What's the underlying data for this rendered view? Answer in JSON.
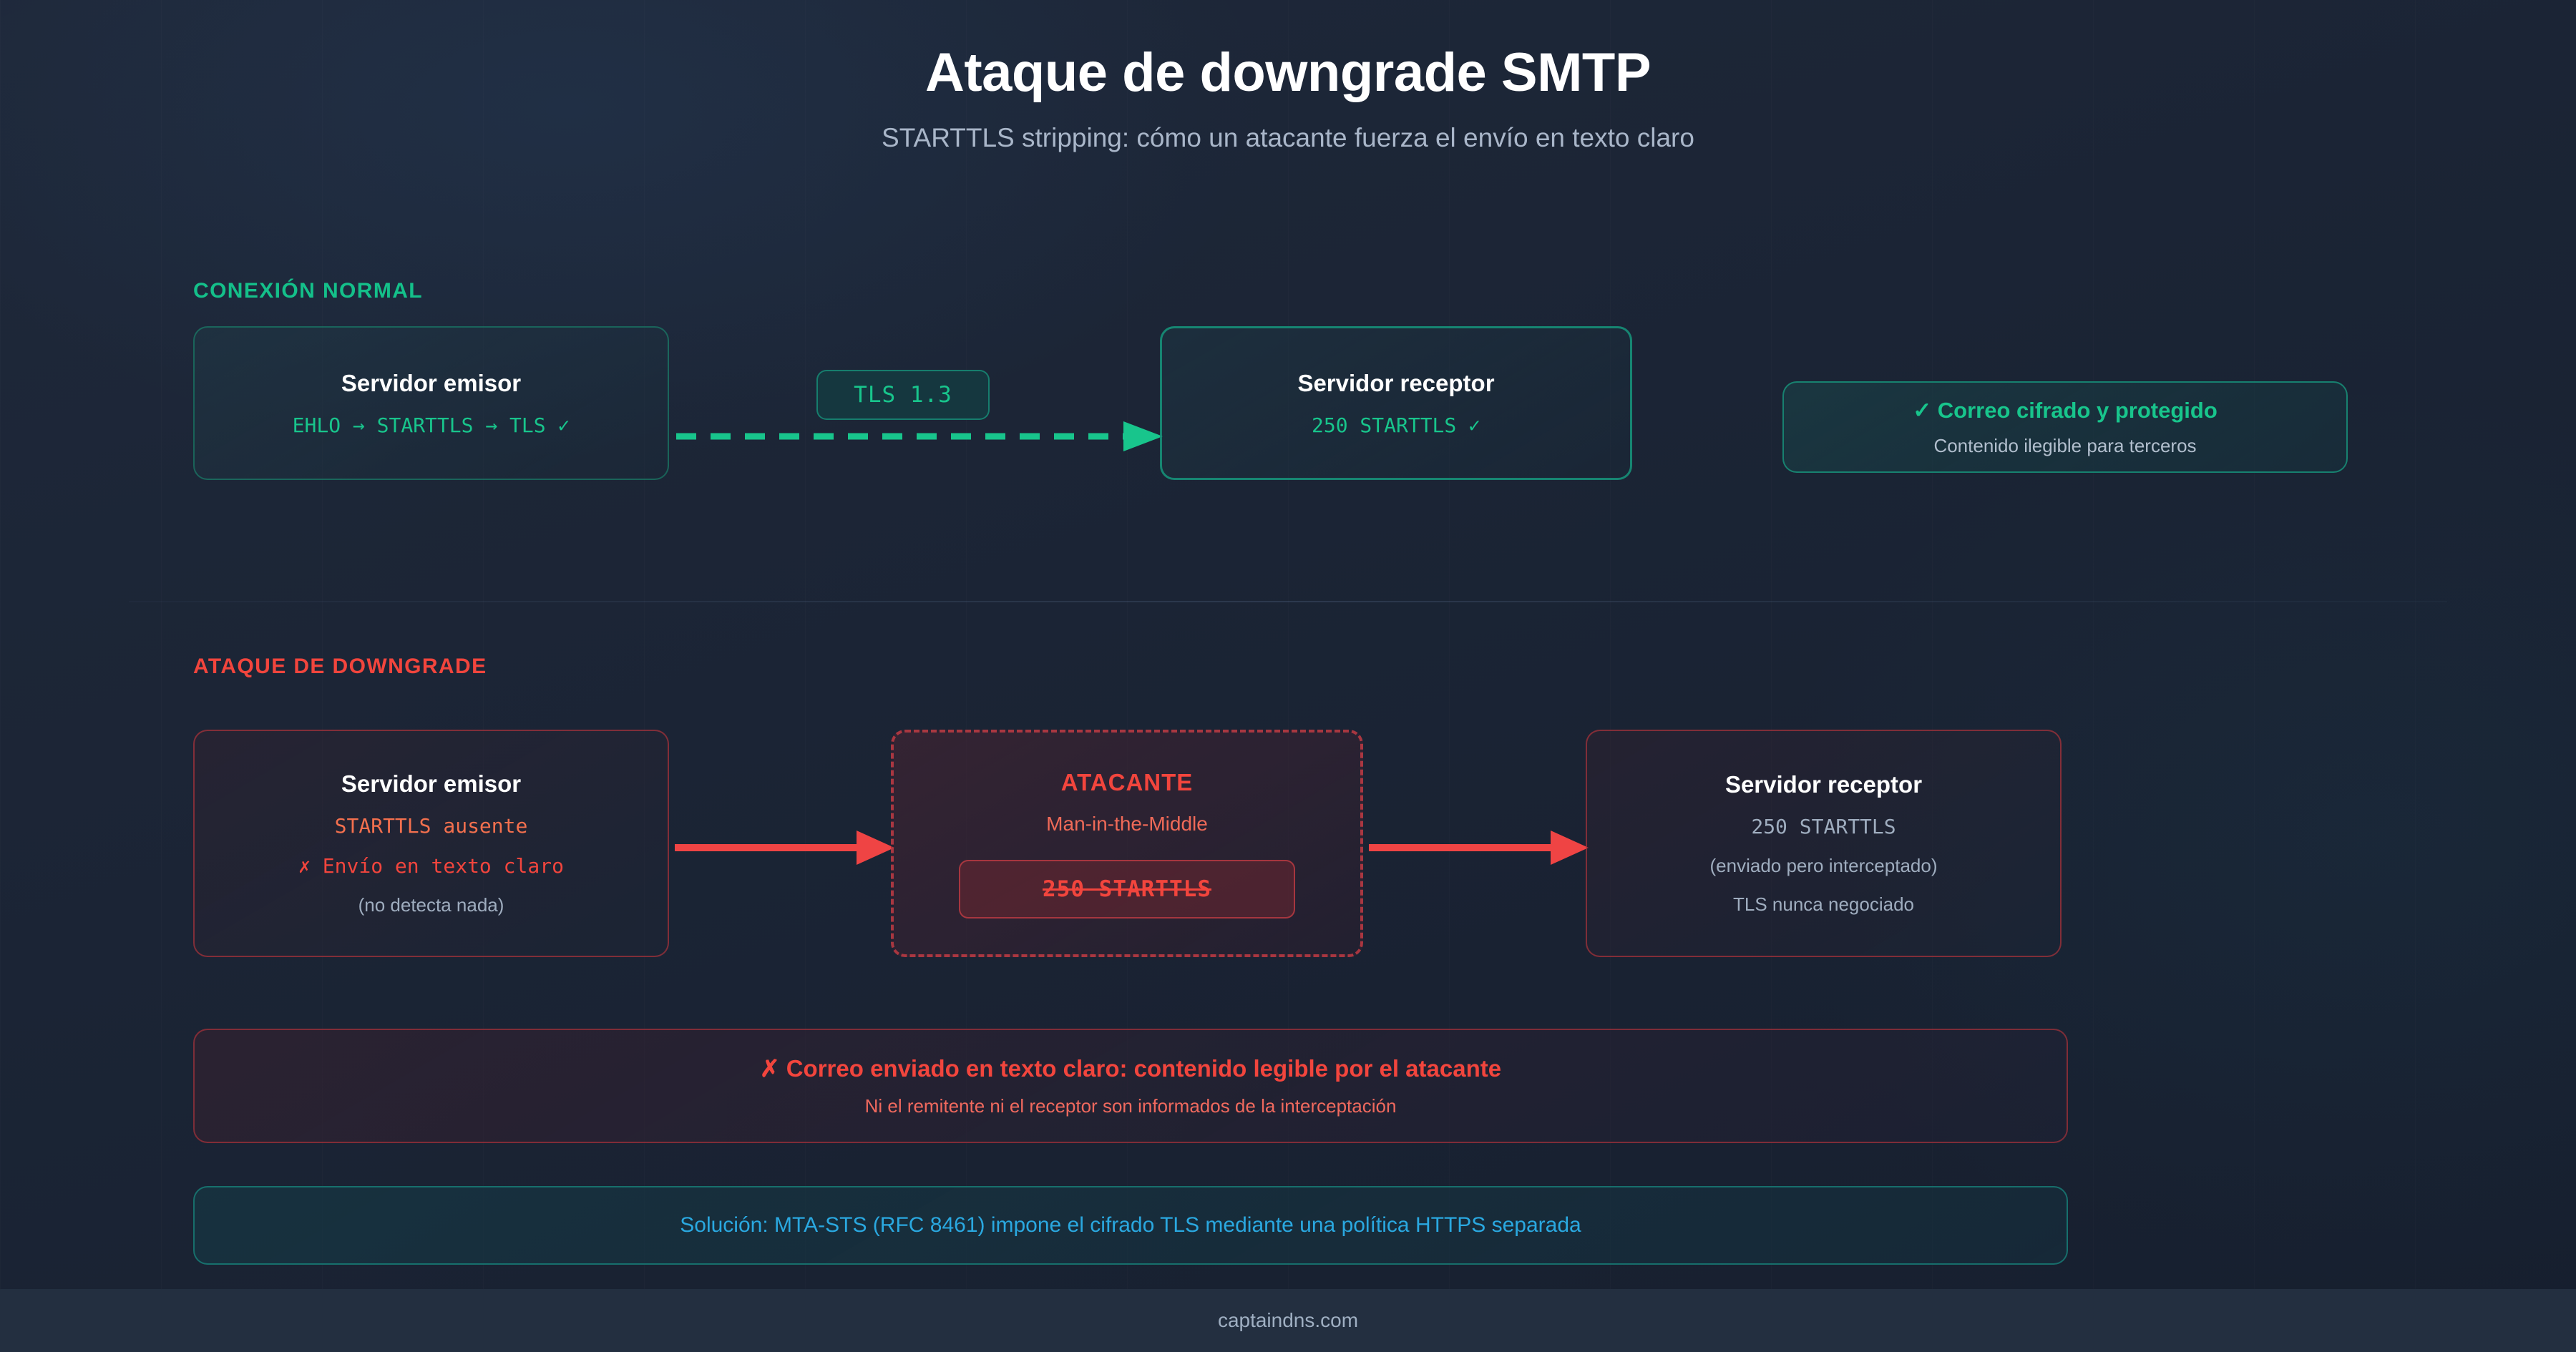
{
  "header": {
    "title": "Ataque de downgrade SMTP",
    "subtitle": "STARTTLS stripping: cómo un atacante fuerza el envío en texto claro"
  },
  "normal_section": {
    "label": "CONEXIÓN NORMAL",
    "sender": {
      "title": "Servidor emisor",
      "detail": "EHLO → STARTTLS → TLS ✓"
    },
    "link_badge": "TLS 1.3",
    "receiver": {
      "title": "Servidor receptor",
      "detail": "250 STARTTLS ✓"
    },
    "result": {
      "title": "✓ Correo cifrado y protegido",
      "subtitle": "Contenido ilegible para terceros"
    }
  },
  "attack_section": {
    "label": "ATAQUE DE DOWNGRADE",
    "sender": {
      "title": "Servidor emisor",
      "line1": "STARTTLS ausente",
      "line2": "✗ Envío en texto claro",
      "line3": "(no detecta nada)"
    },
    "attacker": {
      "title": "ATACANTE",
      "subtitle": "Man-in-the-Middle",
      "stripped_command": "250 STARTTLS"
    },
    "receiver": {
      "title": "Servidor receptor",
      "line1": "250 STARTTLS",
      "line2": "(enviado pero interceptado)",
      "line3": "TLS nunca negociado"
    },
    "alert": {
      "title": "✗ Correo enviado en texto claro: contenido legible por el atacante",
      "subtitle": "Ni el remitente ni el receptor son informados de la interceptación"
    },
    "solution": "Solución: MTA-STS (RFC 8461) impone el cifrado TLS mediante una política HTTPS separada"
  },
  "footer": {
    "text": "captaindns.com"
  },
  "colors": {
    "background": "#1a2436",
    "secure_green": "#18c58c",
    "alert_red": "#f2453d",
    "attack_orange": "#f4704e",
    "solution_blue": "#2aa8e0",
    "muted_text": "#9fadbf",
    "footer_band": "#232f40"
  }
}
